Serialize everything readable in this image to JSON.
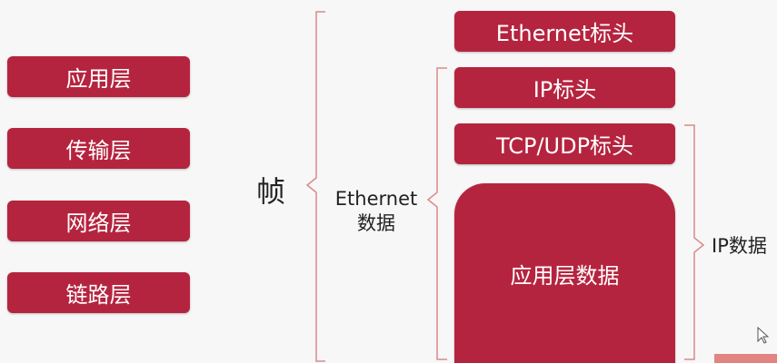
{
  "layers": [
    "应用层",
    "传输层",
    "网络层",
    "链路层"
  ],
  "frame_label": "帧",
  "ethernet_data_label": [
    "Ethernet",
    "数据"
  ],
  "headers": {
    "ethernet": "Ethernet标头",
    "ip": "IP标头",
    "tcp_udp": "TCP/UDP标头"
  },
  "app_data": "应用层数据",
  "ip_data_label": "IP数据",
  "colors": {
    "box": "#b5243f",
    "bracket": "#d98a8a",
    "background": "#f7f7f7"
  }
}
